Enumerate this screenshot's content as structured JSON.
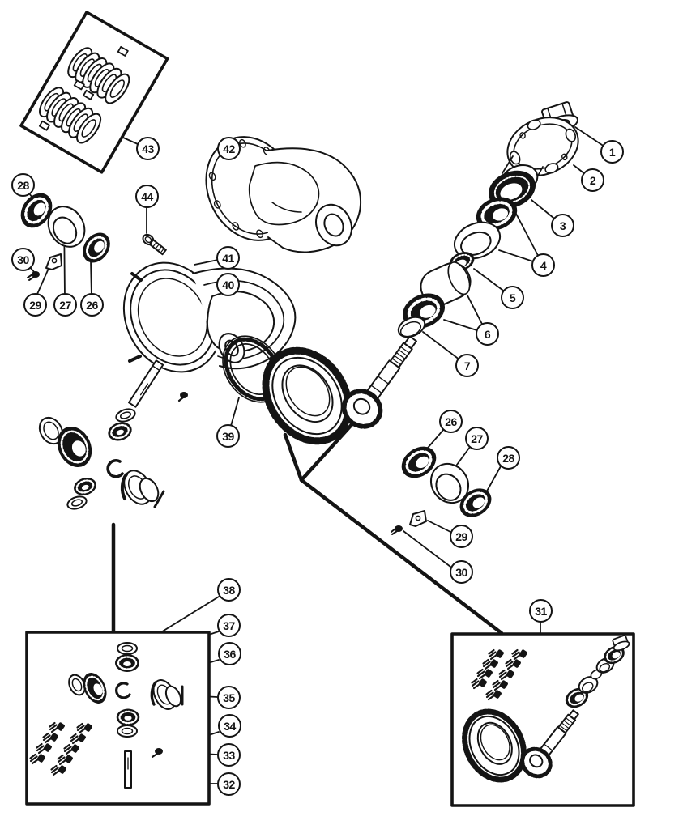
{
  "diagram": {
    "colors": {
      "background": "#ffffff",
      "line": "#141414"
    },
    "callouts": [
      {
        "label": "1"
      },
      {
        "label": "2"
      },
      {
        "label": "3"
      },
      {
        "label": "4"
      },
      {
        "label": "5"
      },
      {
        "label": "6"
      },
      {
        "label": "7"
      },
      {
        "label": "43"
      },
      {
        "label": "42"
      },
      {
        "label": "28"
      },
      {
        "label": "44"
      },
      {
        "label": "30"
      },
      {
        "label": "29"
      },
      {
        "label": "27"
      },
      {
        "label": "26"
      },
      {
        "label": "41"
      },
      {
        "label": "40"
      },
      {
        "label": "39"
      },
      {
        "label": "26"
      },
      {
        "label": "27"
      },
      {
        "label": "28"
      },
      {
        "label": "29"
      },
      {
        "label": "30"
      },
      {
        "label": "38"
      },
      {
        "label": "37"
      },
      {
        "label": "36"
      },
      {
        "label": "35"
      },
      {
        "label": "34"
      },
      {
        "label": "33"
      },
      {
        "label": "32"
      },
      {
        "label": "31"
      }
    ]
  }
}
